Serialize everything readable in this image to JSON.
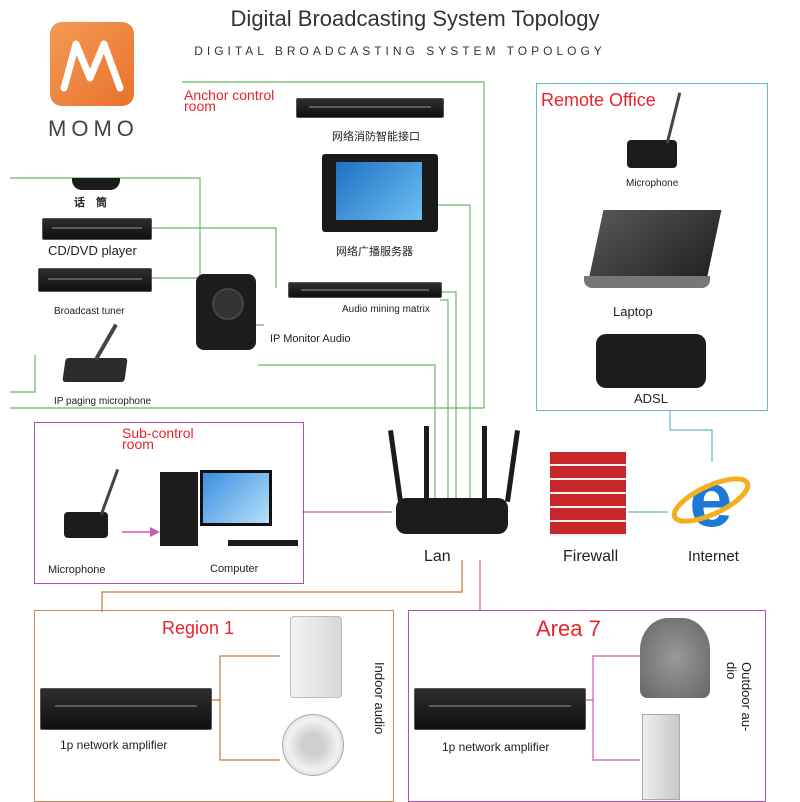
{
  "header": {
    "title": "Digital Broadcasting System Topology",
    "subtitle": "DIGITAL BROADCASTING SYSTEM TOPOLOGY"
  },
  "logo": {
    "text": "MOMO"
  },
  "colors": {
    "green_line": "#6db36d",
    "pink_line": "#c85cb0",
    "brown_line": "#c8763c",
    "teal_box": "#66b8c8",
    "purple_box": "#b44fb2",
    "brown_box": "#c88a5a",
    "label_red": "#e8242a"
  },
  "anchor_room": {
    "title": "Anchor control\nroom",
    "devices": {
      "fire_interface": "网络消防智能接口",
      "broadcast_server": "网络广播服务器",
      "mic": "话　筒",
      "cd_dvd": "CD/DVD player",
      "tuner": "Broadcast tuner",
      "mixing_matrix": "Audio mining matrix",
      "ip_monitor": "IP Monitor Audio",
      "paging_mic": "IP paging microphone"
    }
  },
  "remote_office": {
    "title": "Remote Office",
    "devices": {
      "mic": "Microphone",
      "laptop": "Laptop",
      "adsl": "ADSL"
    }
  },
  "sub_control": {
    "title": "Sub-control\nroom",
    "devices": {
      "mic": "Microphone",
      "computer": "Computer"
    }
  },
  "network": {
    "lan": "Lan",
    "firewall": "Firewall",
    "internet": "Internet"
  },
  "region1": {
    "title": "Region 1",
    "amplifier": "1p network amplifier",
    "side_label": "Indoor audio"
  },
  "area7": {
    "title": "Area 7",
    "amplifier": "1p network amplifier",
    "side_label": "Outdoor au-\ndio"
  }
}
